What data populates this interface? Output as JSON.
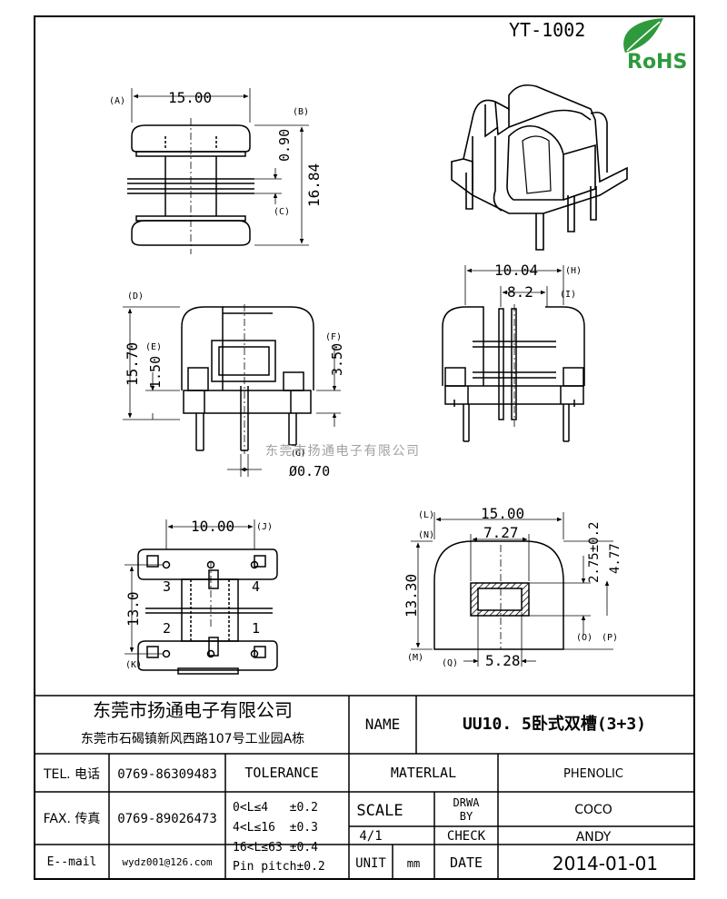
{
  "header": {
    "part_code": "YT-1002",
    "rohs_label": "RoHS",
    "watermark": "东莞市扬通电子有限公司"
  },
  "dimensions": {
    "A": "(A)",
    "B": "(B)",
    "C": "(C)",
    "D": "(D)",
    "E": "(E)",
    "F": "(F)",
    "G": "(G)",
    "H": "(H)",
    "I": "(I)",
    "J": "(J)",
    "K": "(K)",
    "L": "(L)",
    "M": "(M)",
    "N": "(N)",
    "O": "(O)",
    "P": "(P)",
    "Q": "(Q)",
    "top_width": "15.00",
    "flange_thickness": "0.90",
    "top_height": "16.84",
    "side_height": "15.70",
    "side_base": "1.50",
    "side_step": "3.50",
    "pin_diameter": "Ø0.70",
    "end_outer": "10.04",
    "end_inner": "8.2",
    "bottom_pitch": "10.00",
    "bottom_height": "13.0",
    "pin_1": "1",
    "pin_2": "2",
    "pin_3": "3",
    "pin_4": "4",
    "front_width": "15.00",
    "front_window_width": "7.27",
    "front_window_height": "2.75±0.2",
    "front_top": "4.77",
    "front_height": "13.30",
    "front_bottom": "5.28"
  },
  "title_block": {
    "company_name": "东莞市扬通电子有限公司",
    "company_address": "东莞市石碣镇新风西路107号工业园A栋",
    "name_label": "NAME",
    "name_value": "UU10. 5卧式双槽(3+3)",
    "tel_label": "TEL. 电话",
    "tel_value": "0769-86309483",
    "fax_label": "FAX. 传真",
    "fax_value": "0769-89026473",
    "email_label": "E--mail",
    "email_value": "wydz001@126.com",
    "tolerance_label": "TOLERANCE",
    "tol_1": "0<L≤4   ±0.2",
    "tol_2": "4<L≤16  ±0.3",
    "tol_3": "16<L≤63 ±0.4",
    "tol_4": "Pin pitch±0.2",
    "material_label": "MATERLAL",
    "material_value": "PHENOLIC",
    "scale_label": "SCALE",
    "scale_value": "4/1",
    "drwa_label": "DRWA",
    "by_label": "BY",
    "drawn_by": "COCO",
    "check_label": "CHECK",
    "checked_by": "ANDY",
    "unit_label": "UNIT",
    "unit_value": "mm",
    "date_label": "DATE",
    "date_value": "2014-01-01"
  },
  "colors": {
    "border": "#000000",
    "rohs_green": "#2e9a3c",
    "watermark": "#a0a0a0",
    "hatch": "#000000"
  }
}
